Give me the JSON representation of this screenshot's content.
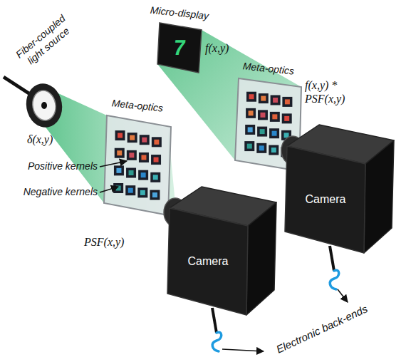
{
  "diagram": {
    "nodes": [
      {
        "text": [
          "Micro-display",
          "7"
        ]
      },
      {
        "text": [
          "Meta-optics"
        ]
      },
      {
        "text": [
          "Meta-optics"
        ]
      },
      {
        "text": [
          "Camera"
        ]
      },
      {
        "text": [
          "Camera"
        ]
      }
    ],
    "labels": [
      "Fiber-coupled light source",
      "δ(x,y)",
      "f(x,y)",
      "Positive kernels",
      "Negative kernels",
      "PSF(x,y)",
      "f(x,y) * PSF(x,y)",
      "Electronic back-ends"
    ]
  }
}
